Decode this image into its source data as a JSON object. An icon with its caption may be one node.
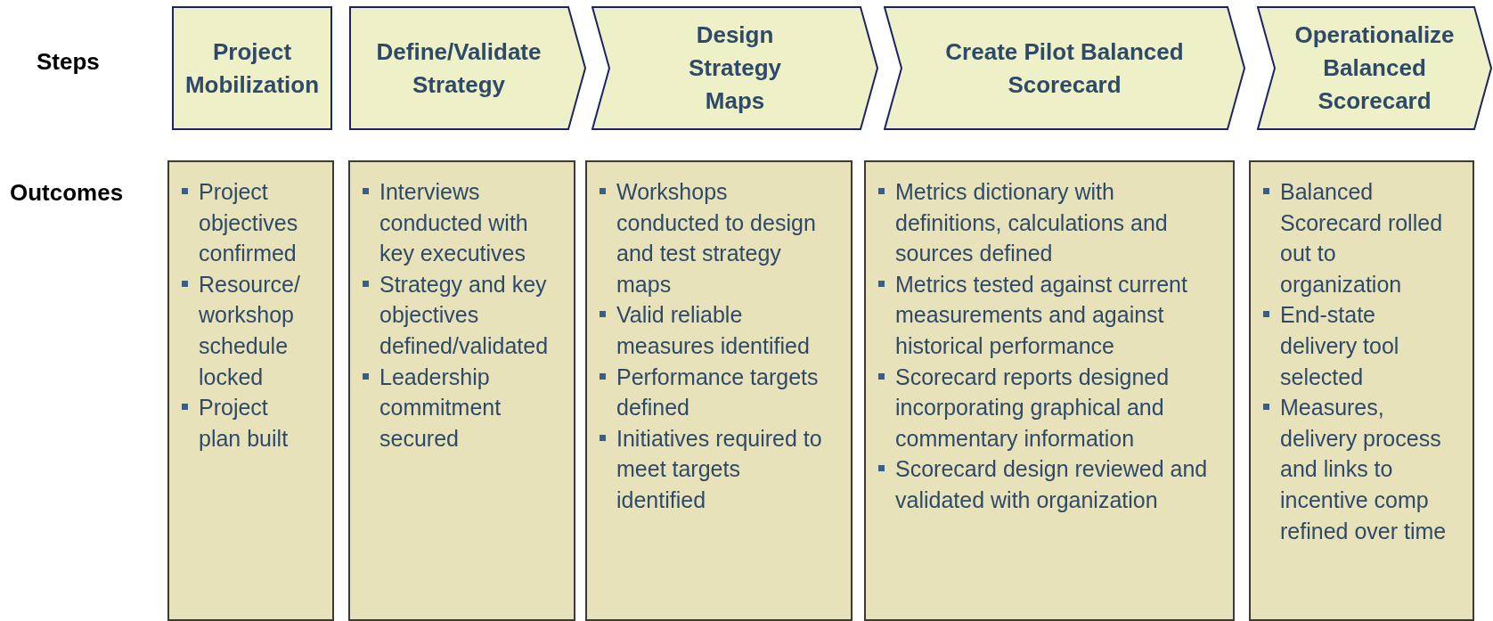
{
  "diagram": {
    "nodes": [
      {
        "text": [
          "Project Mobilization"
        ]
      },
      {
        "text": [
          "Define/Validate Strategy"
        ]
      },
      {
        "text": [
          "Design Strategy Maps"
        ]
      },
      {
        "text": [
          "Create Pilot Balanced Scorecard"
        ]
      },
      {
        "text": [
          "Operationalize Balanced Scorecard"
        ]
      },
      {
        "text": [
          "Project objectives confirmed",
          "Resource/ workshop schedule locked",
          "Project plan built"
        ]
      },
      {
        "text": [
          "Interviews conducted with key executives",
          "Strategy and key objectives defined/validated",
          "Leadership commitment secured"
        ]
      },
      {
        "text": [
          "Workshops conducted to design and test strategy maps",
          "Valid reliable measures identified",
          "Performance targets defined",
          "Initiatives required to meet targets identified"
        ]
      },
      {
        "text": [
          "Metrics dictionary with definitions, calculations and sources defined",
          "Metrics tested against current measurements and against historical performance",
          "Scorecard reports designed incorporating graphical and commentary information",
          "Scorecard design reviewed and validated with organization"
        ]
      },
      {
        "text": [
          "Balanced Scorecard rolled out to organization",
          "End-state delivery tool selected",
          "Measures, delivery process and links to incentive comp refined over time"
        ]
      }
    ],
    "labels": [
      "Steps",
      "Outcomes"
    ]
  }
}
